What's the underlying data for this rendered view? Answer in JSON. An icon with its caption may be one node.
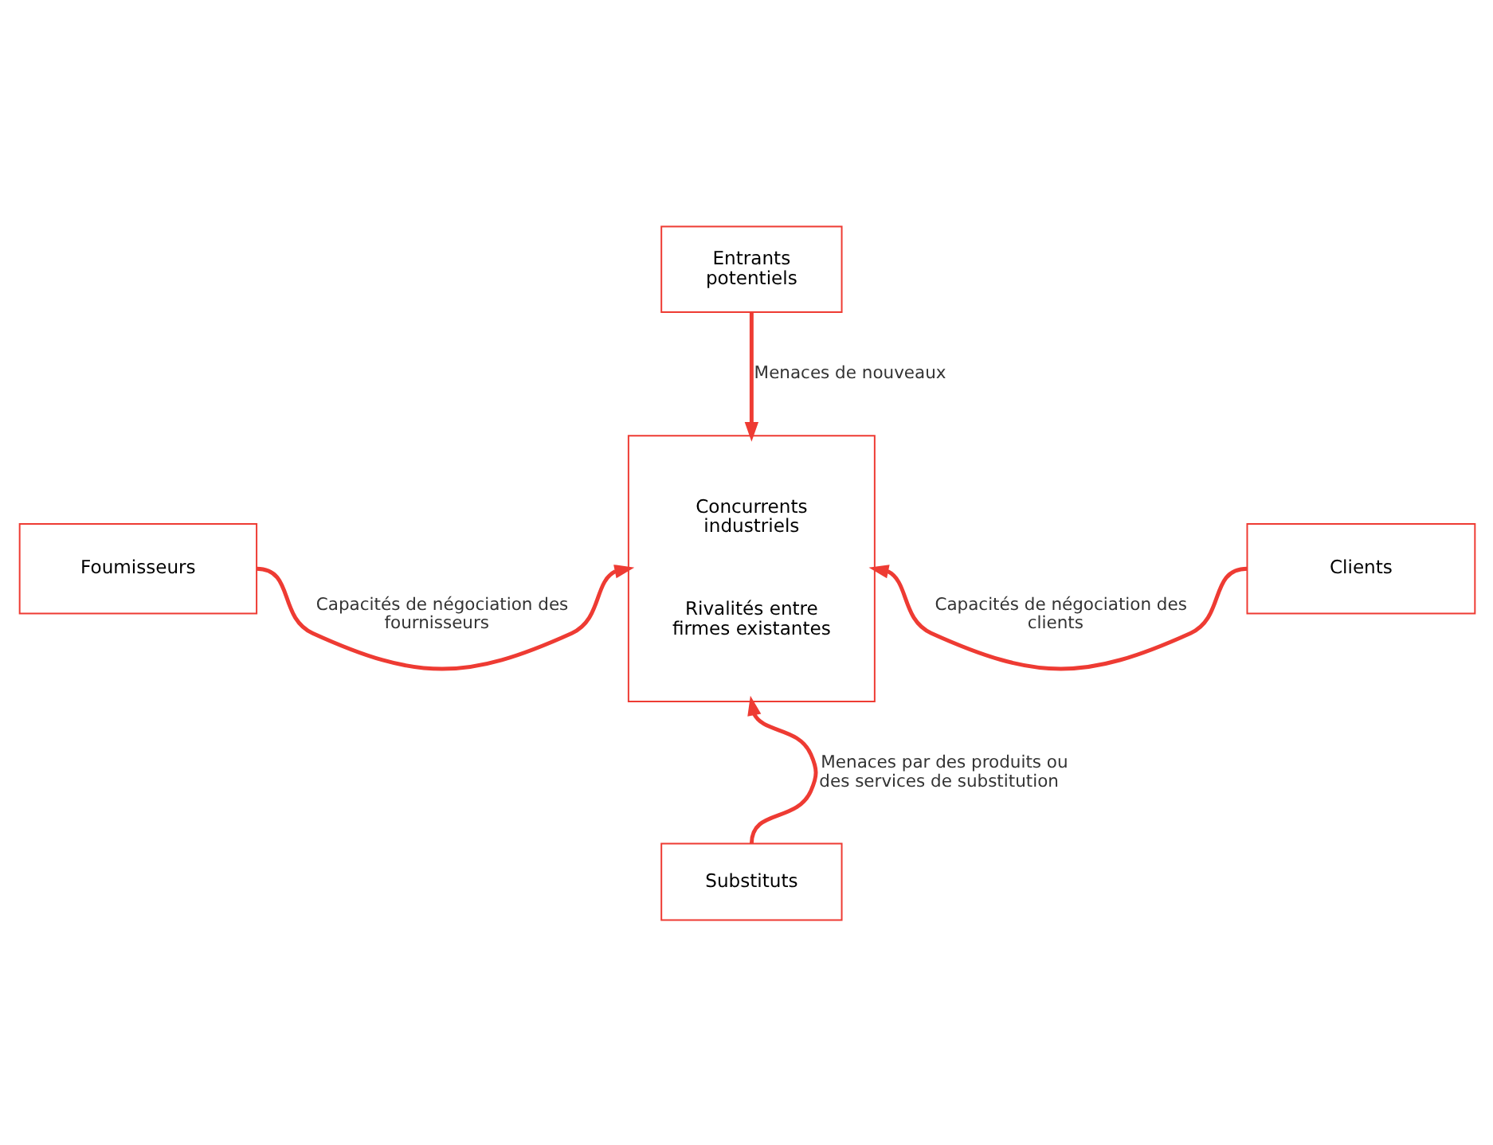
{
  "diagram": {
    "nodes": [
      {
        "text": [
          "Entrants potentiels"
        ]
      },
      {
        "text": [
          "Foumisseurs"
        ]
      },
      {
        "text": [
          "Concurrents industriels",
          "Rivalités entre firmes existantes"
        ]
      },
      {
        "text": [
          "Clients"
        ]
      },
      {
        "text": [
          "Substituts"
        ]
      }
    ],
    "edges": [
      {
        "from": 0,
        "to": 2,
        "arrow": "to",
        "label": "Menaces de nouveaux"
      },
      {
        "from": 1,
        "to": 2,
        "arrow": "to",
        "label": "Capacités de négociation des fournisseurs"
      },
      {
        "from": 3,
        "to": 2,
        "arrow": "to",
        "label": "Capacités de négociation des clients"
      },
      {
        "from": 4,
        "to": 2,
        "arrow": "to",
        "label": "Menaces par des produits ou des services de substitution"
      }
    ]
  }
}
